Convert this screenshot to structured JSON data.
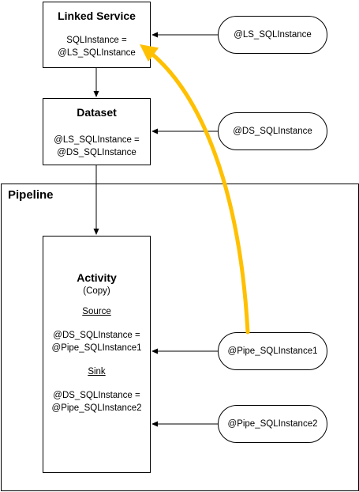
{
  "linked_service": {
    "title": "Linked Service",
    "line1": "SQLInstance =",
    "line2": "@LS_SQLInstance"
  },
  "dataset": {
    "title": "Dataset",
    "line1": "@LS_SQLInstance =",
    "line2": "@DS_SQLInstance"
  },
  "pipeline": {
    "title": "Pipeline"
  },
  "activity": {
    "title": "Activity",
    "subtitle": "(Copy)",
    "source_label": "Source",
    "source_line1": "@DS_SQLInstance =",
    "source_line2": "@Pipe_SQLInstance1",
    "sink_label": "Sink",
    "sink_line1": "@DS_SQLInstance =",
    "sink_line2": "@Pipe_SQLInstance2"
  },
  "params": {
    "ls": "@LS_SQLInstance",
    "ds": "@DS_SQLInstance",
    "pipe1": "@Pipe_SQLInstance1",
    "pipe2": "@Pipe_SQLInstance2"
  },
  "colors": {
    "highlight_arrow": "#FFC000",
    "line": "#000000"
  }
}
